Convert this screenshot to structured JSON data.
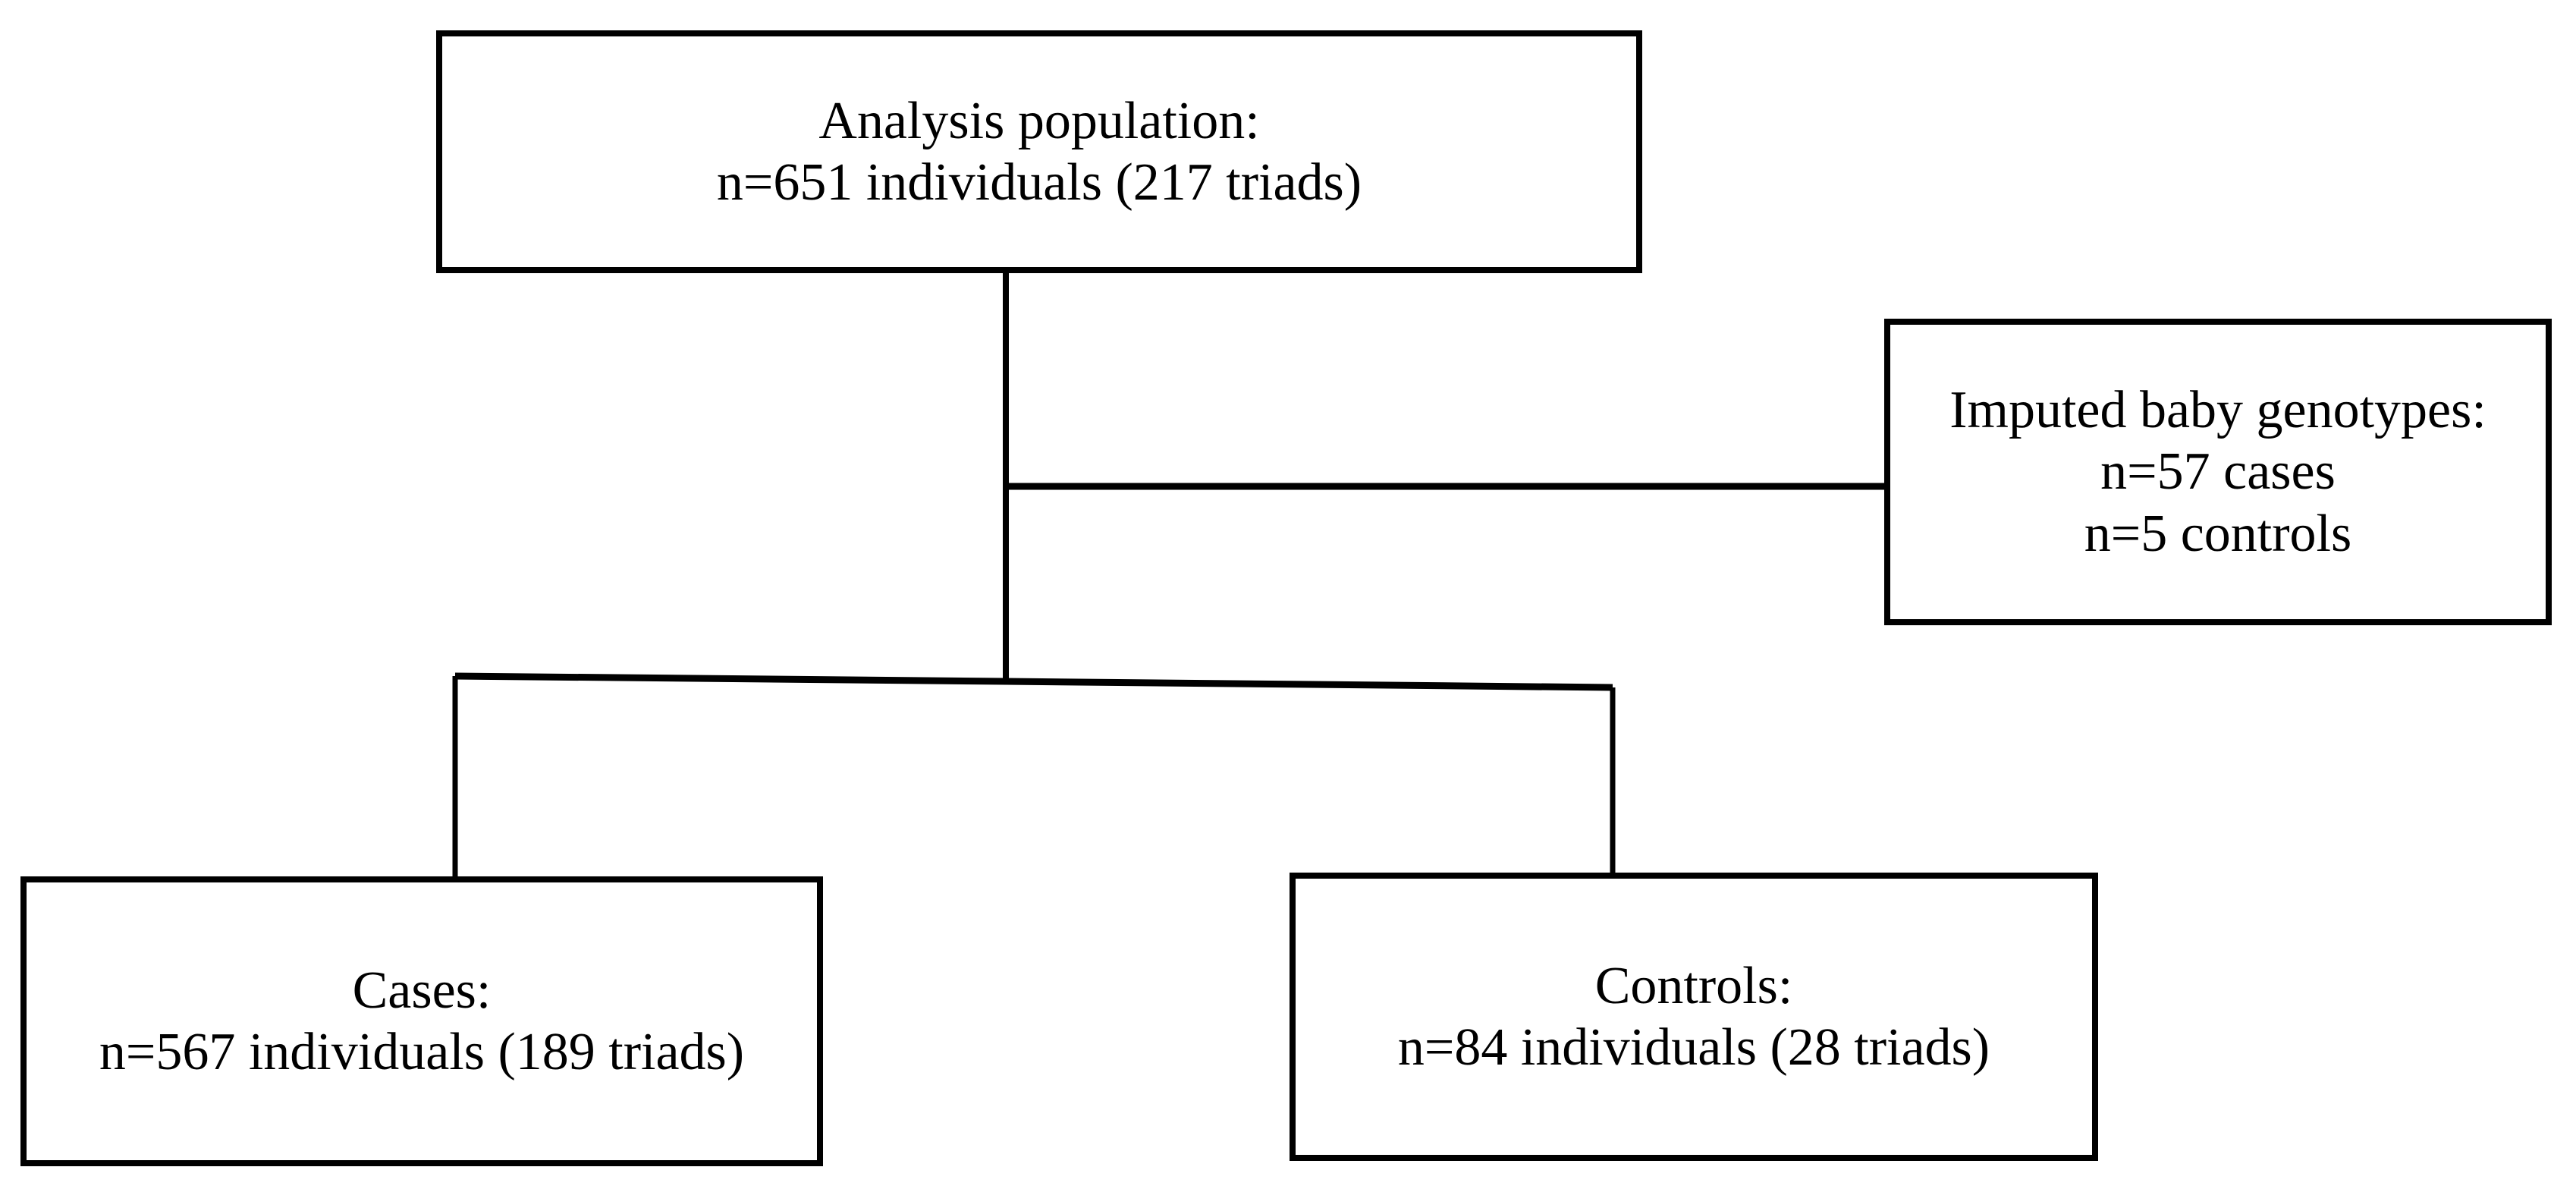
{
  "colors": {
    "background": "#ffffff",
    "line": "#000000",
    "text": "#000000"
  },
  "diagram": {
    "boxes": [
      {
        "name": "analysis-population",
        "lines": [
          "Analysis population:",
          "n=651 individuals (217 triads)"
        ]
      },
      {
        "name": "imputed-baby-genotypes",
        "lines": [
          "Imputed baby genotypes:",
          "n=57 cases",
          "n=5 controls"
        ]
      },
      {
        "name": "cases",
        "lines": [
          "Cases:",
          "n=567 individuals (189 triads)"
        ]
      },
      {
        "name": "controls",
        "lines": [
          "Controls:",
          "n=84 individuals (28 triads)"
        ]
      }
    ]
  }
}
